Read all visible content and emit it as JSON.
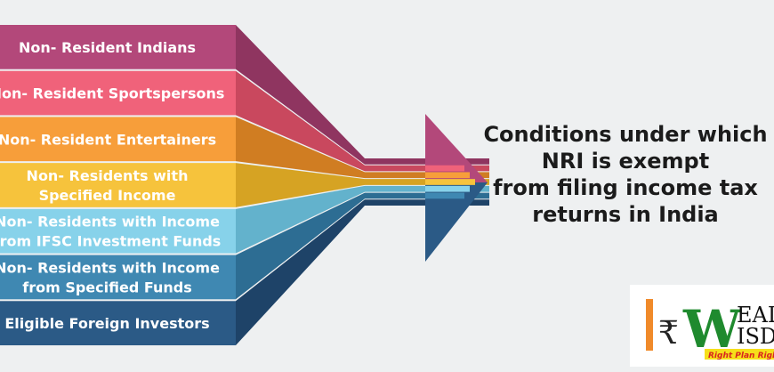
{
  "bands": [
    {
      "lines": [
        "Non- Resident Indians"
      ],
      "color": "#b3487a",
      "shade": "#8f3560"
    },
    {
      "lines": [
        "Non- Resident Sportspersons"
      ],
      "color": "#f0627a",
      "shade": "#c9485e"
    },
    {
      "lines": [
        "Non- Resident Entertainers"
      ],
      "color": "#f79e3a",
      "shade": "#d07d22"
    },
    {
      "lines": [
        "Non- Residents with",
        "Specified Income"
      ],
      "color": "#f6c33c",
      "shade": "#d6a323"
    },
    {
      "lines": [
        "Non- Residents with Income",
        "from IFSC Investment Funds"
      ],
      "color": "#87d2ea",
      "shade": "#63b2cc"
    },
    {
      "lines": [
        "Non- Residents with Income",
        "from Specified Funds"
      ],
      "color": "#3f88b2",
      "shade": "#2d6d93"
    },
    {
      "lines": [
        "Eligible Foreign Investors"
      ],
      "color": "#2b5a86",
      "shade": "#1e4368"
    }
  ],
  "heading": {
    "line1": "Conditions under which",
    "line2": "NRI is exempt",
    "line3": "from filing income tax",
    "line4": "returns in India"
  },
  "logo": {
    "rupee": "₹",
    "letter_w": "W",
    "text_top": "EALTH",
    "text_bottom": "ISDOM",
    "tagline": "Right Plan Right Time",
    "colors": {
      "orange": "#f08a2a",
      "green": "#1f8a2e",
      "red": "#d8231f",
      "yellow": "#f6df1a"
    }
  }
}
